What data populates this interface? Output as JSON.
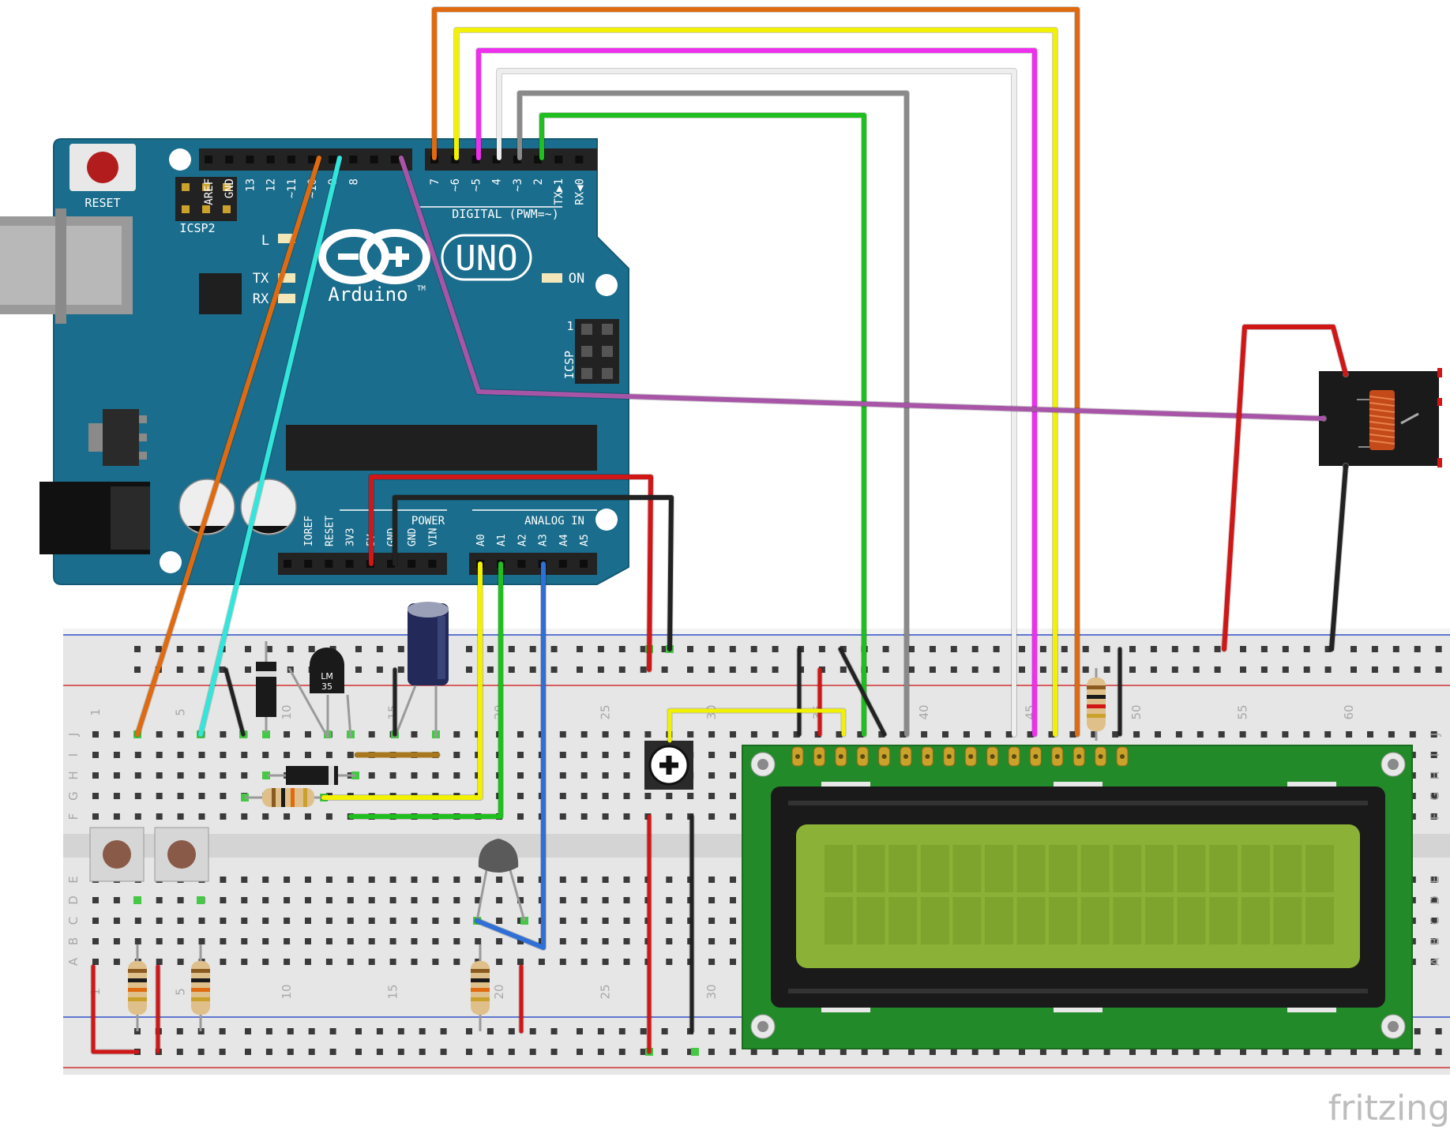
{
  "arduino": {
    "reset_label": "RESET",
    "icsp2_label": "ICSP2",
    "icsp_label": "ICSP",
    "icsp_pin1": "1",
    "logo_text": "Arduino",
    "logo_tm": "TM",
    "model": "UNO",
    "led_labels": {
      "L": "L",
      "TX": "TX",
      "RX": "RX",
      "ON": "ON"
    },
    "digital_header": "DIGITAL (PWM=~)",
    "digital_pins": [
      "AREF",
      "GND",
      "13",
      "12",
      "~11",
      "~10",
      "~9",
      "8",
      "7",
      "~6",
      "~5",
      "4",
      "~3",
      "2",
      "TX▶1",
      "RX◀0"
    ],
    "power_header": "POWER",
    "power_pins": [
      "IOREF",
      "RESET",
      "3V3",
      "5V",
      "GND",
      "GND",
      "VIN"
    ],
    "analog_header": "ANALOG IN",
    "analog_pins": [
      "A0",
      "A1",
      "A2",
      "A3",
      "A4",
      "A5"
    ]
  },
  "breadboard": {
    "column_numbers": [
      "1",
      "5",
      "10",
      "15",
      "20",
      "25",
      "30",
      "35",
      "40",
      "45",
      "50",
      "55",
      "60"
    ],
    "row_letters_top": [
      "J",
      "I",
      "H",
      "G",
      "F"
    ],
    "row_letters_bottom": [
      "E",
      "D",
      "C",
      "B",
      "A"
    ]
  },
  "components": {
    "temp_sensor_label": [
      "LM",
      "35"
    ],
    "lcd": "16x2 character LCD",
    "relay": "relay",
    "potentiometer": "potentiometer",
    "pushbuttons": 2
  },
  "watermark": "fritzing",
  "colors": {
    "board": "#1a6d8c",
    "breadboard": "#e8e8e8",
    "lcd_pcb": "#238a2a",
    "lcd_screen": "#8bb236",
    "wire_orange": "#e06a10",
    "wire_yellow": "#f2f200",
    "wire_magenta": "#ee30ee",
    "wire_white": "#eeeeee",
    "wire_gray": "#8a8a8a",
    "wire_green": "#1fbf1f",
    "wire_cyan": "#33e6dc",
    "wire_purple": "#a855a8",
    "wire_red": "#d01616",
    "wire_black": "#222222",
    "wire_blue": "#2f6fd6"
  }
}
